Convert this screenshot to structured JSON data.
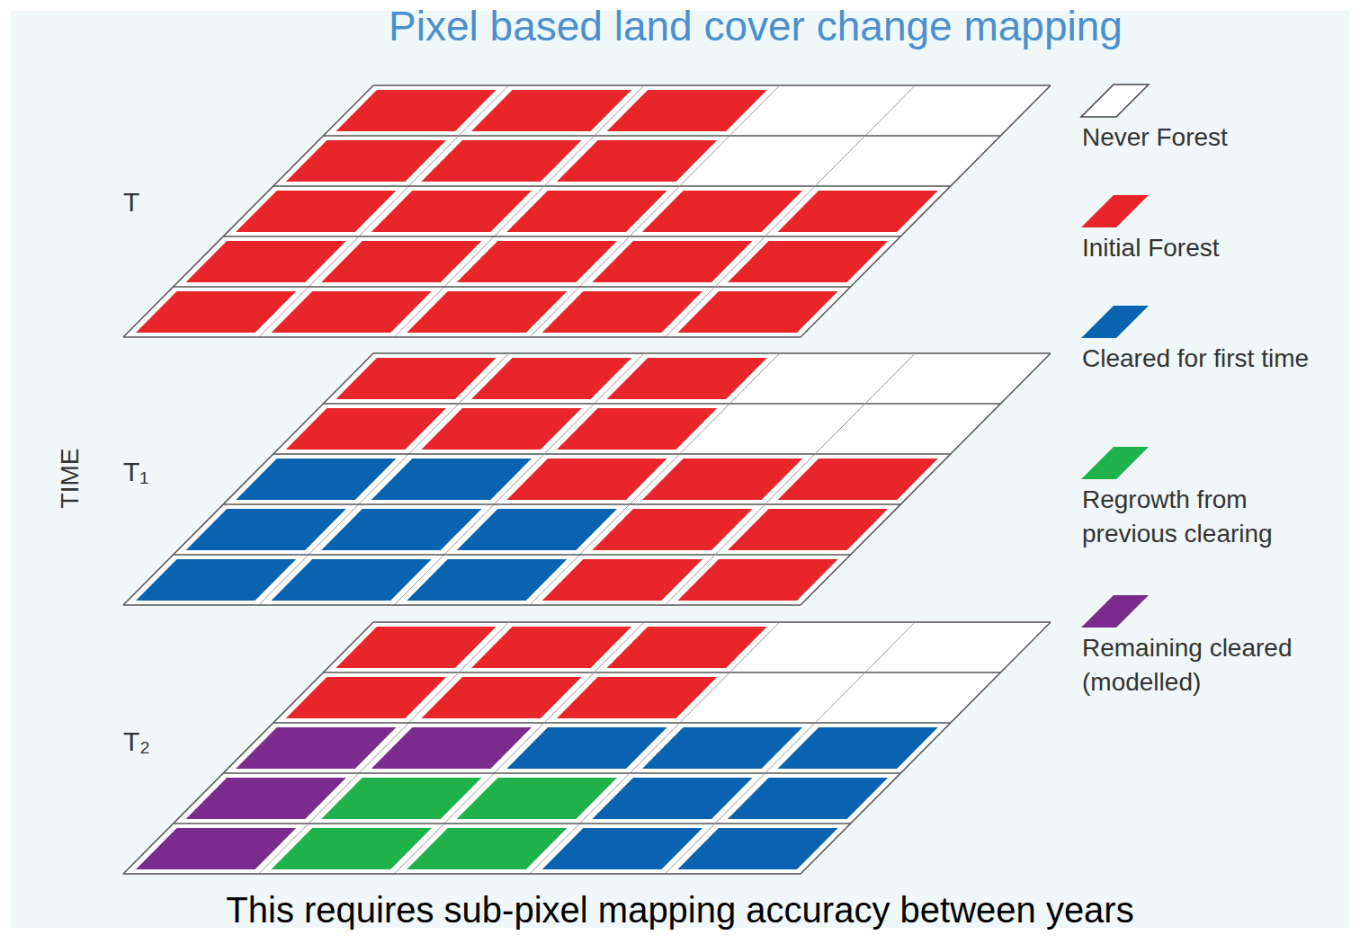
{
  "diagram": {
    "title": "Pixel based land cover change mapping",
    "caption": "This requires sub-pixel mapping accuracy between years",
    "labels": [
      "T",
      "T₁",
      "T₂",
      "TIME"
    ],
    "legend": [
      {
        "text": "Never Forest",
        "color": "#ffffff"
      },
      {
        "text": "Initial Forest",
        "color": "#e8262a"
      },
      {
        "text": "Cleared for first time",
        "color": "#0a63b0"
      },
      {
        "text": "Regrowth from previous clearing",
        "color": "#1fb24a"
      },
      {
        "text": "Remaining cleared (modelled)",
        "color": "#7b2a8e"
      }
    ]
  }
}
